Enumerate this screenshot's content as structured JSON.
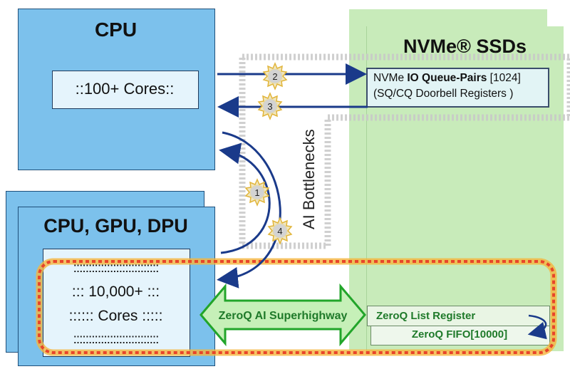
{
  "cpu": {
    "title": "CPU",
    "cores_label": "::100+ Cores::"
  },
  "accelerators": {
    "title": "CPU, GPU, DPU",
    "cores_lines": [
      "::::::::::::::::::::::::::::",
      ":::  10,000+ :::",
      ":::::: Cores :::::",
      "::::::::::::::::::::::::::::"
    ]
  },
  "nvme": {
    "title": "NVMe® SSDs",
    "queue_line1_prefix": "NVMe ",
    "queue_line1_bold": "IO Queue-Pairs",
    "queue_line1_suffix": " [1024]",
    "queue_line2": "(SQ/CQ Doorbell Registers )",
    "zeroq_list": "ZeroQ List Register",
    "zeroq_fifo": "ZeroQ FIFO[10000]"
  },
  "bottleneck_label": "AI Bottlenecks",
  "superhighway_label": "ZeroQ AI Superhighway",
  "markers": [
    "1",
    "2",
    "3",
    "4"
  ],
  "colors": {
    "box_blue": "#7cc1ec",
    "box_green": "#c8ebba",
    "arrow_navy": "#1a3a8a",
    "zeroq_green": "#1f7a2a",
    "dashed_red": "#e8452a",
    "dashed_orange": "#f5b53d",
    "bottleneck_gray": "#c8c8c8",
    "highway_fill": "#c6f0b8",
    "highway_stroke": "#22a52a"
  }
}
